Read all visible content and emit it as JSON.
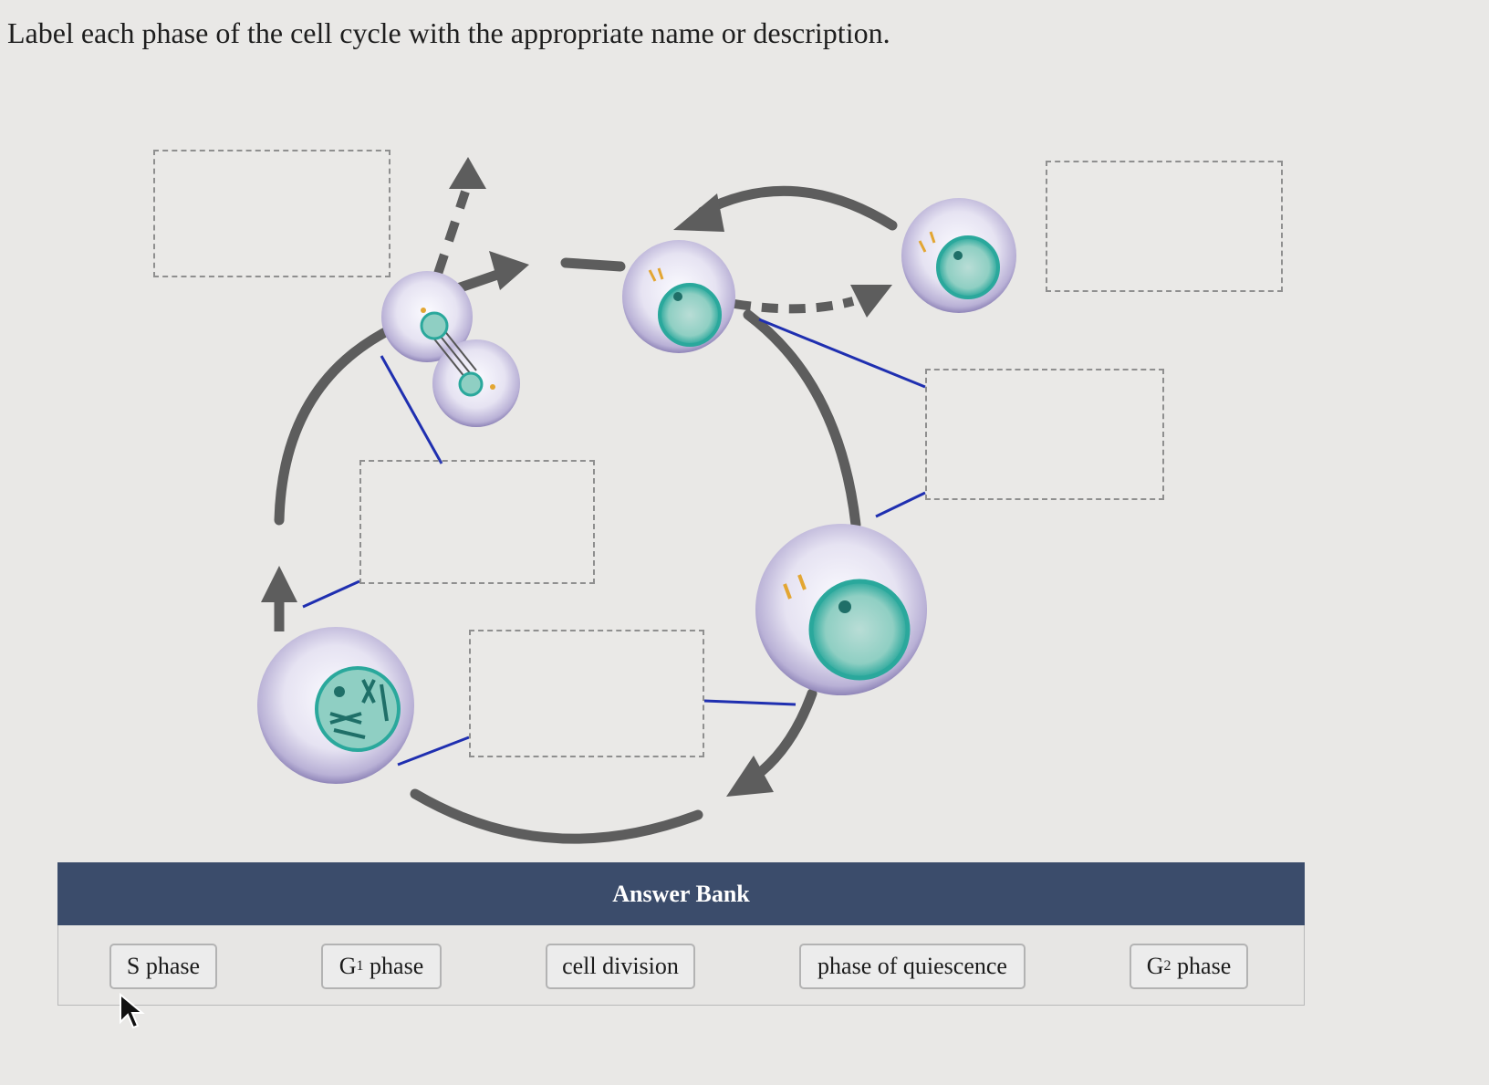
{
  "prompt": "Label each phase of the cell cycle with the appropriate name or description.",
  "drop_targets": [
    "",
    "",
    "",
    "",
    ""
  ],
  "answer_bank": {
    "title": "Answer Bank",
    "items": [
      {
        "pre": "S phase",
        "sub": "",
        "post": ""
      },
      {
        "pre": "G",
        "sub": "1",
        "post": " phase"
      },
      {
        "pre": "cell division",
        "sub": "",
        "post": ""
      },
      {
        "pre": "phase of quiescence",
        "sub": "",
        "post": ""
      },
      {
        "pre": "G",
        "sub": "2",
        "post": " phase"
      }
    ]
  },
  "colors": {
    "arrow": "#5d5d5d",
    "leader_line": "#1f2fb0",
    "bank_header": "#3b4c6b",
    "nucleus": "#2aa89c"
  }
}
